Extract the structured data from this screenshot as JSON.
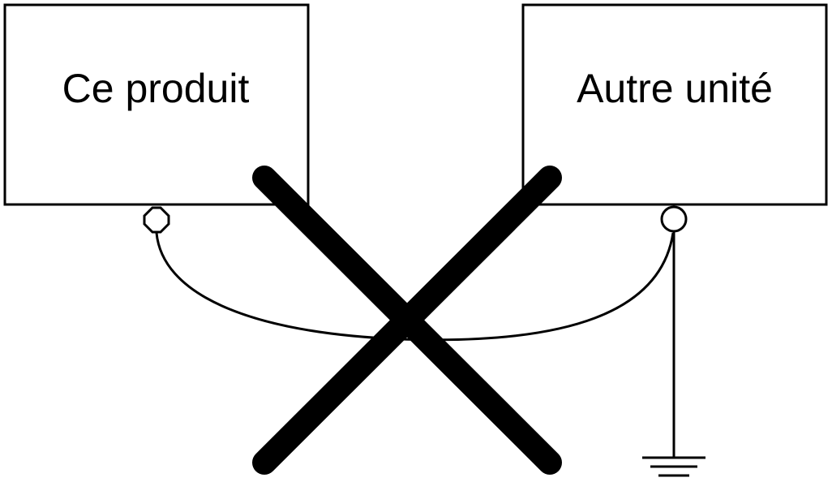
{
  "diagram": {
    "left_box": {
      "label": "Ce produit"
    },
    "right_box": {
      "label": "Autre unité"
    },
    "cross_mark": {
      "meaning": "incorrect connection"
    },
    "colors": {
      "stroke": "#000000",
      "background": "#ffffff"
    }
  }
}
